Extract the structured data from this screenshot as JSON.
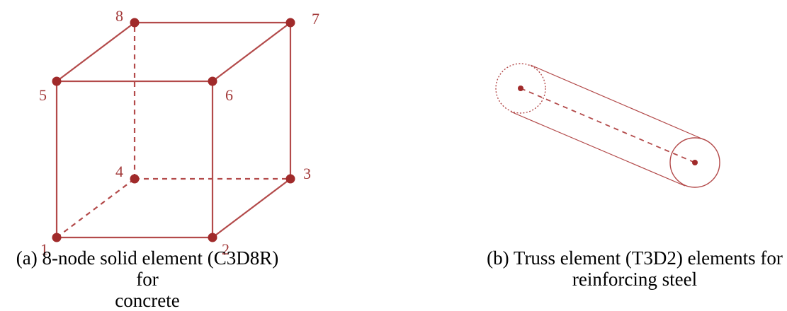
{
  "colors": {
    "element": "#b34a4a",
    "node": "#a02a2a",
    "label": "#a33a3a",
    "text": "#000000"
  },
  "solid_element": {
    "node_labels": {
      "n1": "1",
      "n2": "2",
      "n3": "3",
      "n4": "4",
      "n5": "5",
      "n6": "6",
      "n7": "7",
      "n8": "8"
    },
    "caption_line1": "(a) 8-node solid element (C3D8R) for",
    "caption_line2": "concrete"
  },
  "truss_element": {
    "caption_line1": "(b) Truss element (T3D2) elements for",
    "caption_line2": "reinforcing steel"
  }
}
